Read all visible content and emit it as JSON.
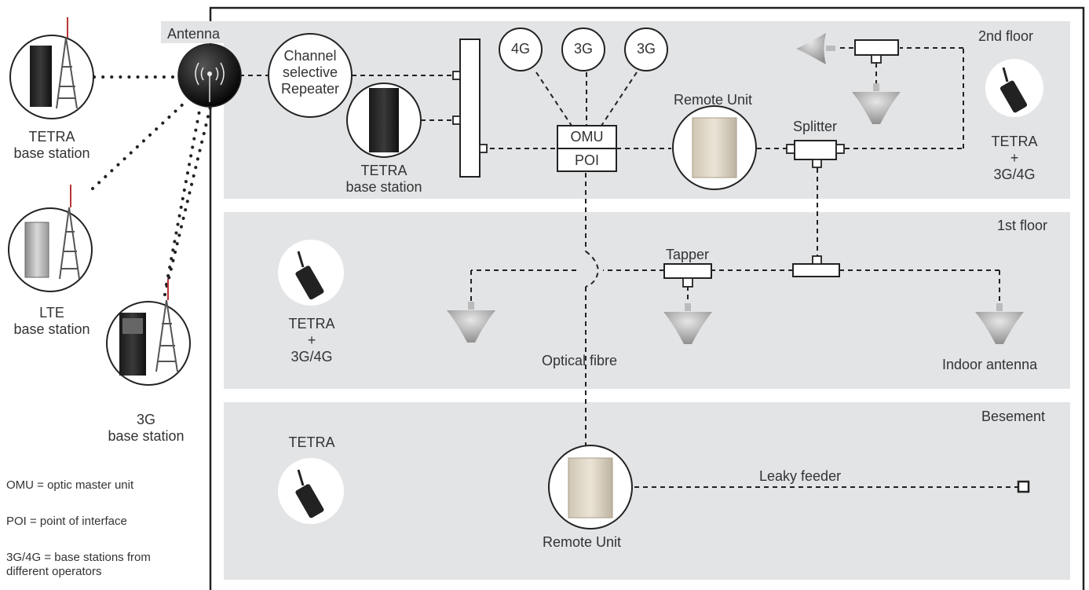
{
  "antenna_label": "Antenna",
  "floors": {
    "second": "2nd floor",
    "first": "1st floor",
    "basement": "Besement"
  },
  "external": [
    {
      "line1": "TETRA",
      "line2": "base station"
    },
    {
      "line1": "LTE",
      "line2": "base station"
    },
    {
      "line1": "3G",
      "line2": "base station"
    }
  ],
  "repeater": {
    "line1": "Channel",
    "line2": "selective",
    "line3": "Repeater"
  },
  "indoor_bs": {
    "line1": "TETRA",
    "line2": "base station"
  },
  "operators": [
    "4G",
    "3G",
    "3G"
  ],
  "omu": "OMU",
  "poi": "POI",
  "remote_unit": "Remote Unit",
  "splitter": "Splitter",
  "tapper": "Tapper",
  "optical_fibre": "Optical fibre",
  "indoor_antenna": "Indoor antenna",
  "leaky_feeder": "Leaky feeder",
  "terminals": {
    "second": {
      "line1": "TETRA",
      "line2": "+",
      "line3": "3G/4G"
    },
    "first": {
      "line1": "TETRA",
      "line2": "+",
      "line3": "3G/4G"
    },
    "basement": "TETRA"
  },
  "legend": [
    "OMU = optic master unit",
    "POI = point of interface",
    "3G/4G = base stations from",
    "different operators"
  ]
}
